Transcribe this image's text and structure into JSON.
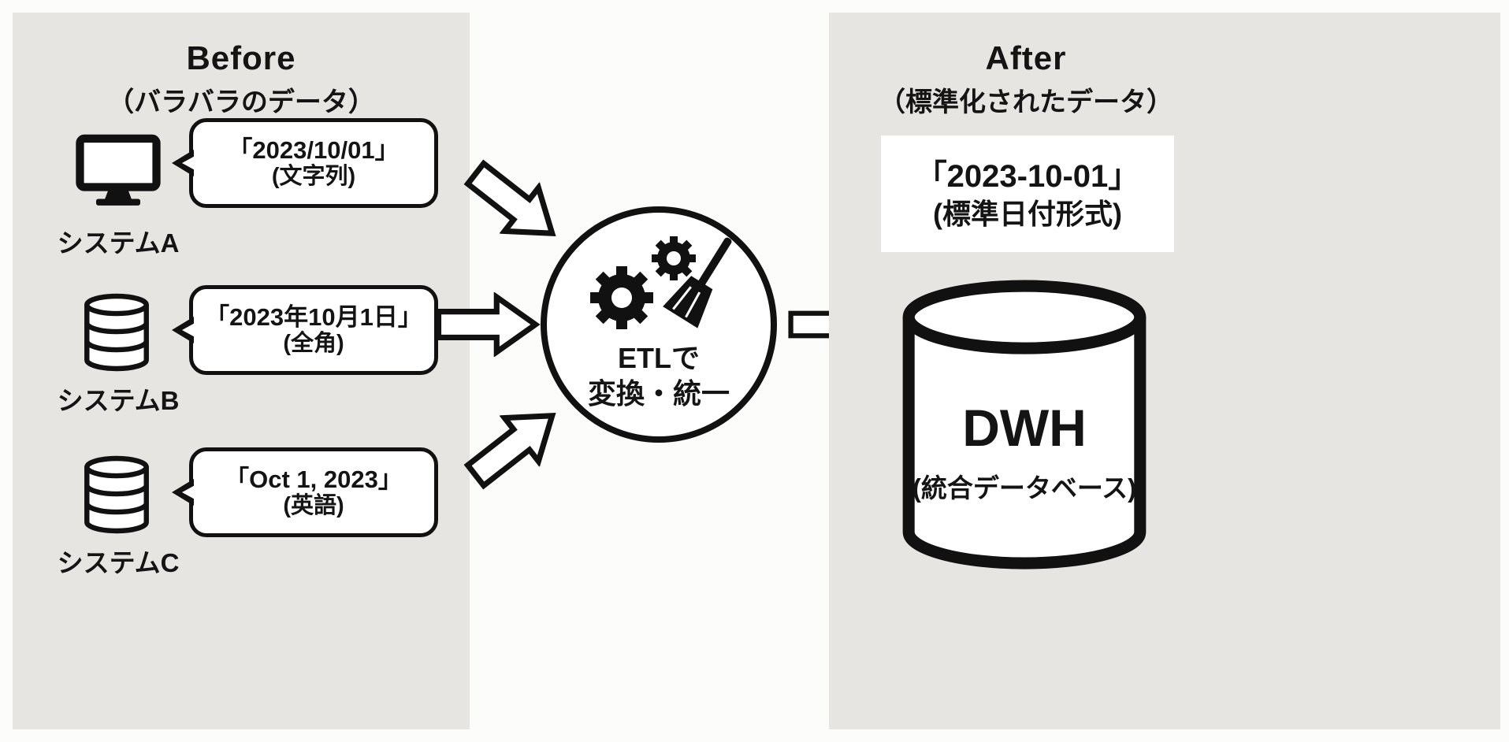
{
  "before_panel": {
    "title": "Before",
    "subtitle": "（バラバラのデータ）",
    "systems": [
      {
        "name": "システムA",
        "icon": "monitor-icon",
        "bubble_line1": "「2023/10/01」",
        "bubble_line2": "(文字列)"
      },
      {
        "name": "システムB",
        "icon": "database-icon",
        "bubble_line1": "「2023年10月1日」",
        "bubble_line2": "(全角)"
      },
      {
        "name": "システムC",
        "icon": "database-icon",
        "bubble_line1": "「Oct 1, 2023」",
        "bubble_line2": "(英語)"
      }
    ]
  },
  "etl": {
    "label_line1": "ETLで",
    "label_line2": "変換・統一",
    "icons": [
      "gear-icon",
      "gear-icon",
      "broom-icon"
    ]
  },
  "after_panel": {
    "title": "After",
    "subtitle": "（標準化されたデータ）",
    "result_line1": "「2023-10-01」",
    "result_line2": "(標準日付形式)",
    "dwh_title": "DWH",
    "dwh_subtitle": "(統合データベース)",
    "dwh_icon": "database-cylinder-icon"
  },
  "colors": {
    "ink": "#111111",
    "panel_bg": "#e7e5e2",
    "background": "#fcfcfb",
    "white": "#ffffff"
  }
}
